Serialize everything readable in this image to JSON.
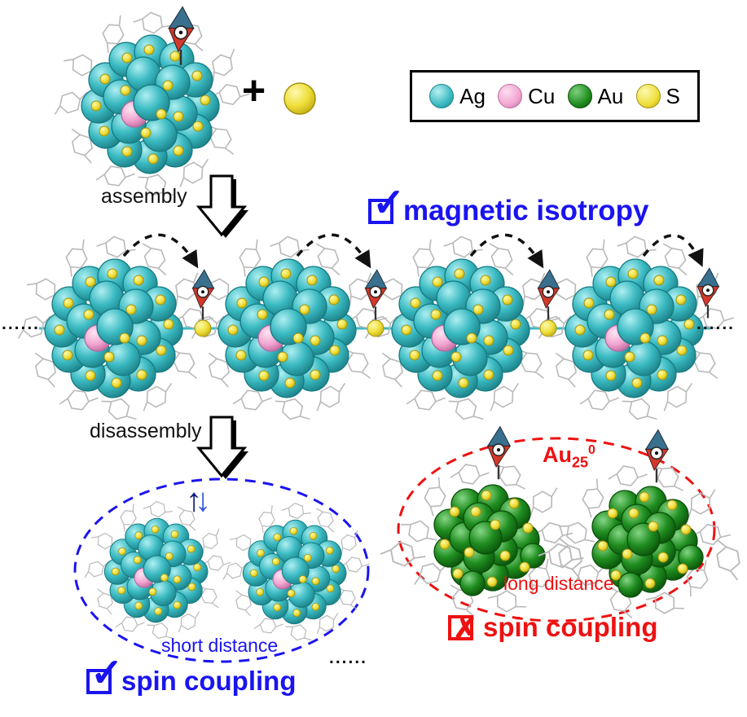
{
  "legend": {
    "items": [
      {
        "label": "Ag",
        "color": "#3bbac2"
      },
      {
        "label": "Cu",
        "color": "#f2a6d2"
      },
      {
        "label": "Au",
        "color": "#1f7d1f"
      },
      {
        "label": "S",
        "color": "#efdf3a"
      }
    ]
  },
  "process": {
    "assembly": "assembly",
    "disassembly": "disassembly",
    "plus": "+"
  },
  "annotations": {
    "magnetic_isotropy": "magnetic isotropy",
    "spin_coupling_chain": "spin coupling",
    "spin_coupling_far": "spin coupling",
    "short_distance": "short distance",
    "long_distance": "long distance",
    "au_cluster": {
      "base": "Au",
      "subscript": "25",
      "superscript": "0"
    },
    "dots_left": "......",
    "dots_right": "......",
    "dots_bottom": "......"
  },
  "icons": {
    "check": "✓",
    "cross": "✗",
    "spin_up": "↑",
    "spin_down": "↓"
  },
  "colors": {
    "silver": "#3bbac2",
    "copper": "#f2a6d2",
    "gold": "#1f7d1f",
    "sulfur": "#efdf3a",
    "highlight_blue": "#1a14f0",
    "highlight_red": "#ee1111"
  }
}
